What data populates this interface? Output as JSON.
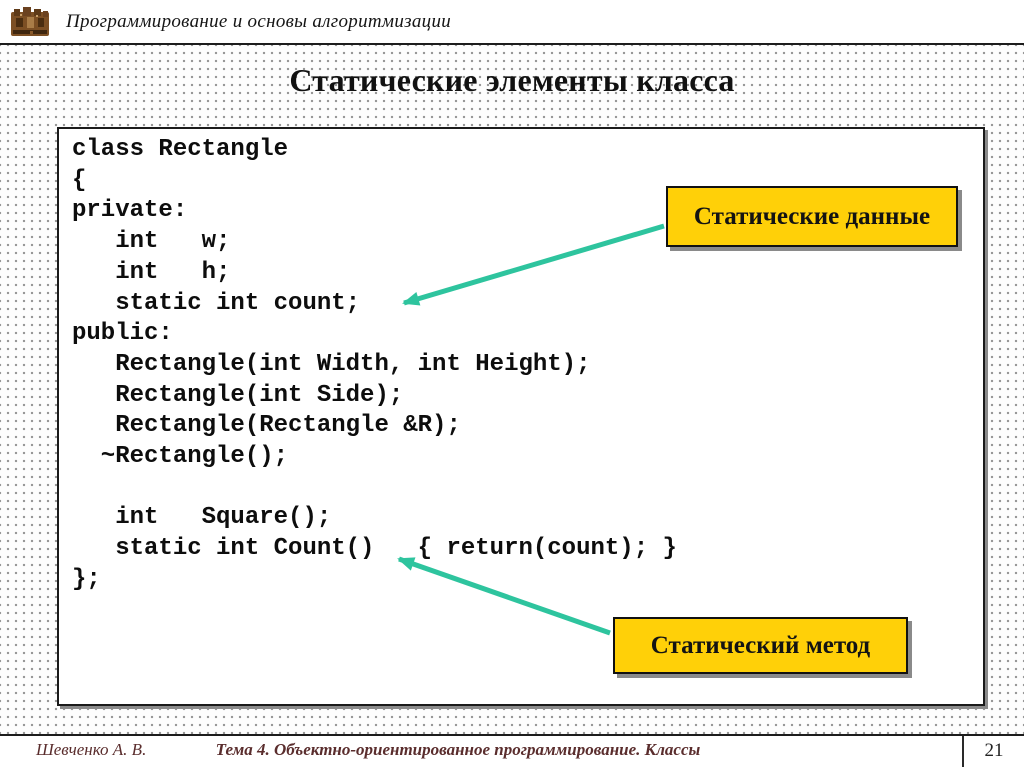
{
  "header": {
    "icon": "university-emblem-icon",
    "title": "Программирование и основы алгоритмизации"
  },
  "slide": {
    "title": "Статические элементы класса",
    "code_lines": [
      "class Rectangle",
      "{",
      "private:",
      "   int   w;",
      "   int   h;",
      "   static int count;",
      "public:",
      "   Rectangle(int Width, int Height);",
      "   Rectangle(int Side);",
      "   Rectangle(Rectangle &R);",
      "  ~Rectangle();",
      "",
      "   int   Square();",
      "   static int Count()   { return(count); }",
      "};"
    ],
    "callouts": [
      {
        "label": "Статические данные",
        "points_to": "static int count;"
      },
      {
        "label": "Статический метод",
        "points_to": "static int Count()"
      }
    ]
  },
  "footer": {
    "author": "Шевченко А. В.",
    "theme": "Тема 4. Объектно-ориентированное программирование. Классы",
    "page": "21"
  },
  "colors": {
    "callout_yellow": "#ffd008",
    "callout_border": "#111111",
    "arrow_green": "#2ec49e",
    "title_black": "#111111",
    "footer_text": "#5a2d2d",
    "box_shadow_gray": "#8a8a8a",
    "dot_gray": "#8f8f8f"
  }
}
